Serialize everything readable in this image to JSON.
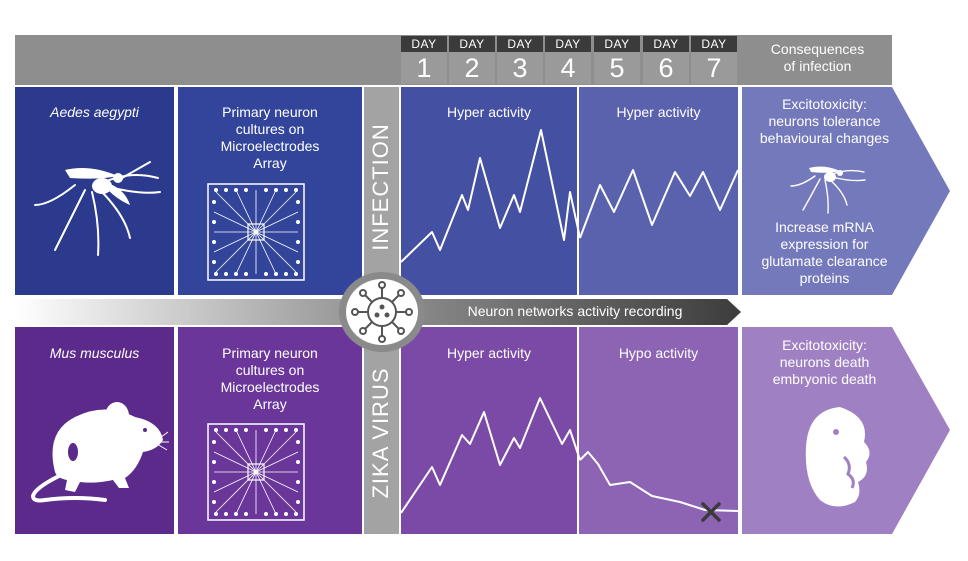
{
  "header": {
    "days": [
      {
        "word": "DAY",
        "num": "1"
      },
      {
        "word": "DAY",
        "num": "2"
      },
      {
        "word": "DAY",
        "num": "3"
      },
      {
        "word": "DAY",
        "num": "4"
      },
      {
        "word": "DAY",
        "num": "5"
      },
      {
        "word": "DAY",
        "num": "6"
      },
      {
        "word": "DAY",
        "num": "7"
      }
    ],
    "consequences_line1": "Consequences",
    "consequences_line2": "of infection"
  },
  "infection_label": "INFECTION",
  "virus_label": "ZIKA VIRUS",
  "recording_label": "Neuron networks activity recording",
  "top_row": {
    "species": "Aedes aegypti",
    "culture": [
      "Primary neuron",
      "cultures on",
      "Microelectrodes",
      "Array"
    ],
    "phase1": "Hyper activity",
    "phase2": "Hyper activity",
    "consequence_a": [
      "Excitotoxicity:",
      "neurons tolerance",
      "behavioural changes"
    ],
    "consequence_b": [
      "Increase mRNA",
      "expression for",
      "glutamate clearance",
      "proteins"
    ]
  },
  "bottom_row": {
    "species": "Mus musculus",
    "culture": [
      "Primary neuron",
      "cultures on",
      "Microelectrodes",
      "Array"
    ],
    "phase1": "Hyper activity",
    "phase2": "Hypo activity",
    "consequence": [
      "Excitotoxicity:",
      "neurons death",
      "embryonic death"
    ]
  },
  "colors": {
    "header_gray": "#8e8e8e",
    "day_dark": "#3b3b3b",
    "top_species": "#2b3a8c",
    "top_culture": "#33449b",
    "top_phase1": "#4450a2",
    "top_phase2": "#5a62ad",
    "top_conseq": "#7479bb",
    "bottom_species": "#5b2a8a",
    "bottom_culture": "#6a3699",
    "bottom_phase1": "#7b4aa6",
    "bottom_phase2": "#8d63b4",
    "bottom_conseq": "#9f80c2"
  },
  "icons": [
    "mosquito-icon",
    "mouse-icon",
    "microelectrode-array-icon",
    "virus-icon",
    "embryo-icon",
    "cross-icon"
  ]
}
